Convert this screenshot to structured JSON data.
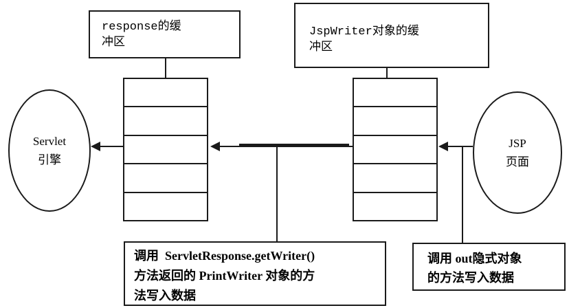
{
  "boxes": {
    "response_buffer": {
      "label": "response的缓\n冲区"
    },
    "jspwriter_buffer": {
      "label": "JspWriter对象的缓\n冲区"
    },
    "getwriter_note": {
      "label": "调用  ServletResponse.getWriter()\n方法返回的 PrintWriter 对象的方\n法写入数据"
    },
    "out_note": {
      "label": "调用 out隐式对象\n的方法写入数据"
    }
  },
  "ellipses": {
    "servlet_engine": {
      "label": "Servlet\n引擎"
    },
    "jsp_page": {
      "label": "JSP\n页面"
    }
  },
  "stacks": {
    "left_buffer": {
      "rows": 5
    },
    "right_buffer": {
      "rows": 5
    }
  },
  "colors": {
    "bg": "#ffffff",
    "line": "#1a1a1a",
    "text": "#000000"
  }
}
